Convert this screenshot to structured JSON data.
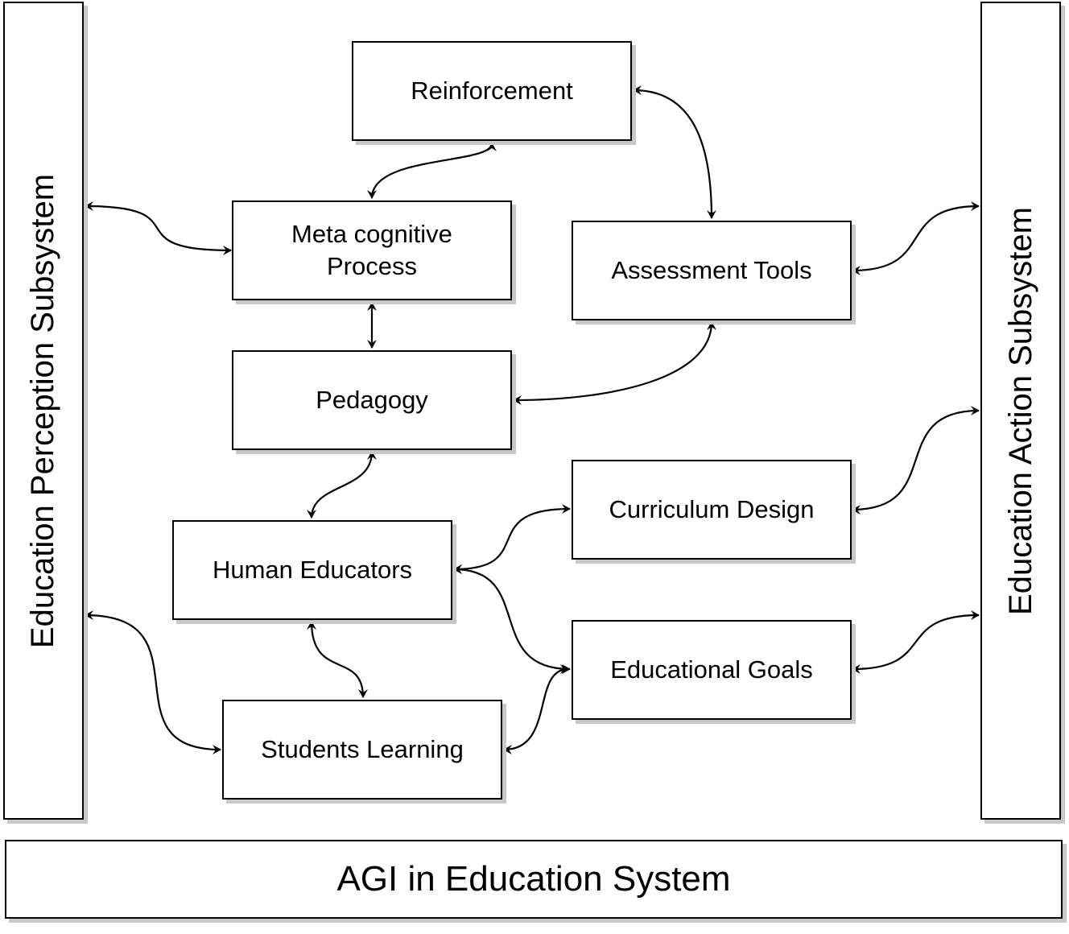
{
  "diagram": {
    "system": {
      "label": "AGI in Education System"
    },
    "perception": {
      "label": "Education Perception Subsystem"
    },
    "action": {
      "label": "Education Action Subsystem"
    },
    "nodes": {
      "reinforcement": {
        "label": "Reinforcement"
      },
      "metacognitive": {
        "label_line1": "Meta cognitive",
        "label_line2": "Process"
      },
      "assessment": {
        "label": "Assessment Tools"
      },
      "pedagogy": {
        "label": "Pedagogy"
      },
      "human_educators": {
        "label": "Human Educators"
      },
      "curriculum": {
        "label": "Curriculum Design"
      },
      "goals": {
        "label": "Educational Goals"
      },
      "students": {
        "label": "Students Learning"
      }
    },
    "edges": [
      {
        "from": "reinforcement",
        "to": "metacognitive",
        "bidirectional": true
      },
      {
        "from": "reinforcement",
        "to": "assessment",
        "bidirectional": true
      },
      {
        "from": "perception",
        "to": "metacognitive",
        "bidirectional": true
      },
      {
        "from": "metacognitive",
        "to": "pedagogy",
        "bidirectional": true
      },
      {
        "from": "assessment",
        "to": "action",
        "bidirectional": true
      },
      {
        "from": "assessment",
        "to": "pedagogy",
        "bidirectional": true
      },
      {
        "from": "pedagogy",
        "to": "human_educators",
        "bidirectional": true
      },
      {
        "from": "curriculum",
        "to": "action",
        "bidirectional": true
      },
      {
        "from": "human_educators",
        "to": "curriculum",
        "bidirectional": true
      },
      {
        "from": "human_educators",
        "to": "goals",
        "bidirectional": true
      },
      {
        "from": "goals",
        "to": "action",
        "bidirectional": true
      },
      {
        "from": "perception",
        "to": "students",
        "bidirectional": true
      },
      {
        "from": "human_educators",
        "to": "students",
        "bidirectional": true
      },
      {
        "from": "students",
        "to": "goals",
        "bidirectional": true
      }
    ]
  }
}
